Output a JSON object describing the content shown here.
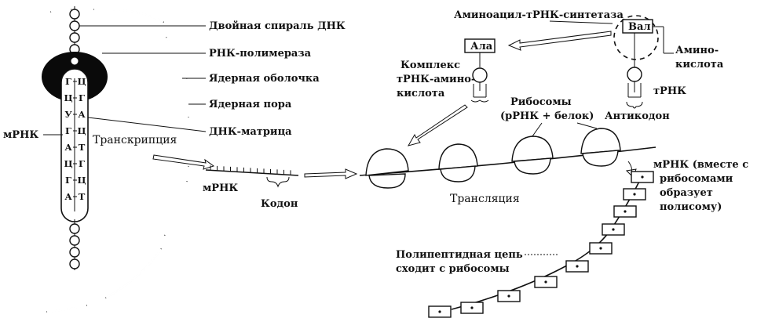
{
  "labels": {
    "dna_helix": "Двойная спираль ДНК",
    "rna_polymerase": "РНК-полимераза",
    "nuclear_envelope": "Ядерная оболочка",
    "nuclear_pore": "Ядерная пора",
    "dna_template": "ДНК-матрица",
    "mrna_left": "мРНК",
    "transcription": "Транскрипция",
    "mrna_middle": "мРНК",
    "codon": "Кодон",
    "aminoacyl_synthetase": "Аминоацил-тРНК-синтетаза",
    "val": "Вал",
    "ala": "Ала",
    "amino_acid_1": "Амино-",
    "amino_acid_2": "кислота",
    "complex_1": "Комплекс",
    "complex_2": "тРНК-амино-",
    "complex_3": "кислота",
    "trna": "тРНК",
    "anticodon": "Антикодон",
    "ribosomes_1": "Рибосомы",
    "ribosomes_2": "(рРНК + белок)",
    "translation": "Трансляция",
    "polysome_1": "мРНК (вместе с",
    "polysome_2": "рибосомами",
    "polysome_3": "образует",
    "polysome_4": "полисому)",
    "polypeptide_1": "Полипептидная цепь",
    "polypeptide_2": "сходит с рибосомы"
  },
  "dna_strand_left": [
    "Г",
    "Ц",
    "У",
    "Г",
    "А",
    "Ц",
    "Г",
    "А"
  ],
  "dna_strand_right": [
    "Ц",
    "Г",
    "А",
    "Ц",
    "Т",
    "Г",
    "Ц",
    "Т"
  ]
}
